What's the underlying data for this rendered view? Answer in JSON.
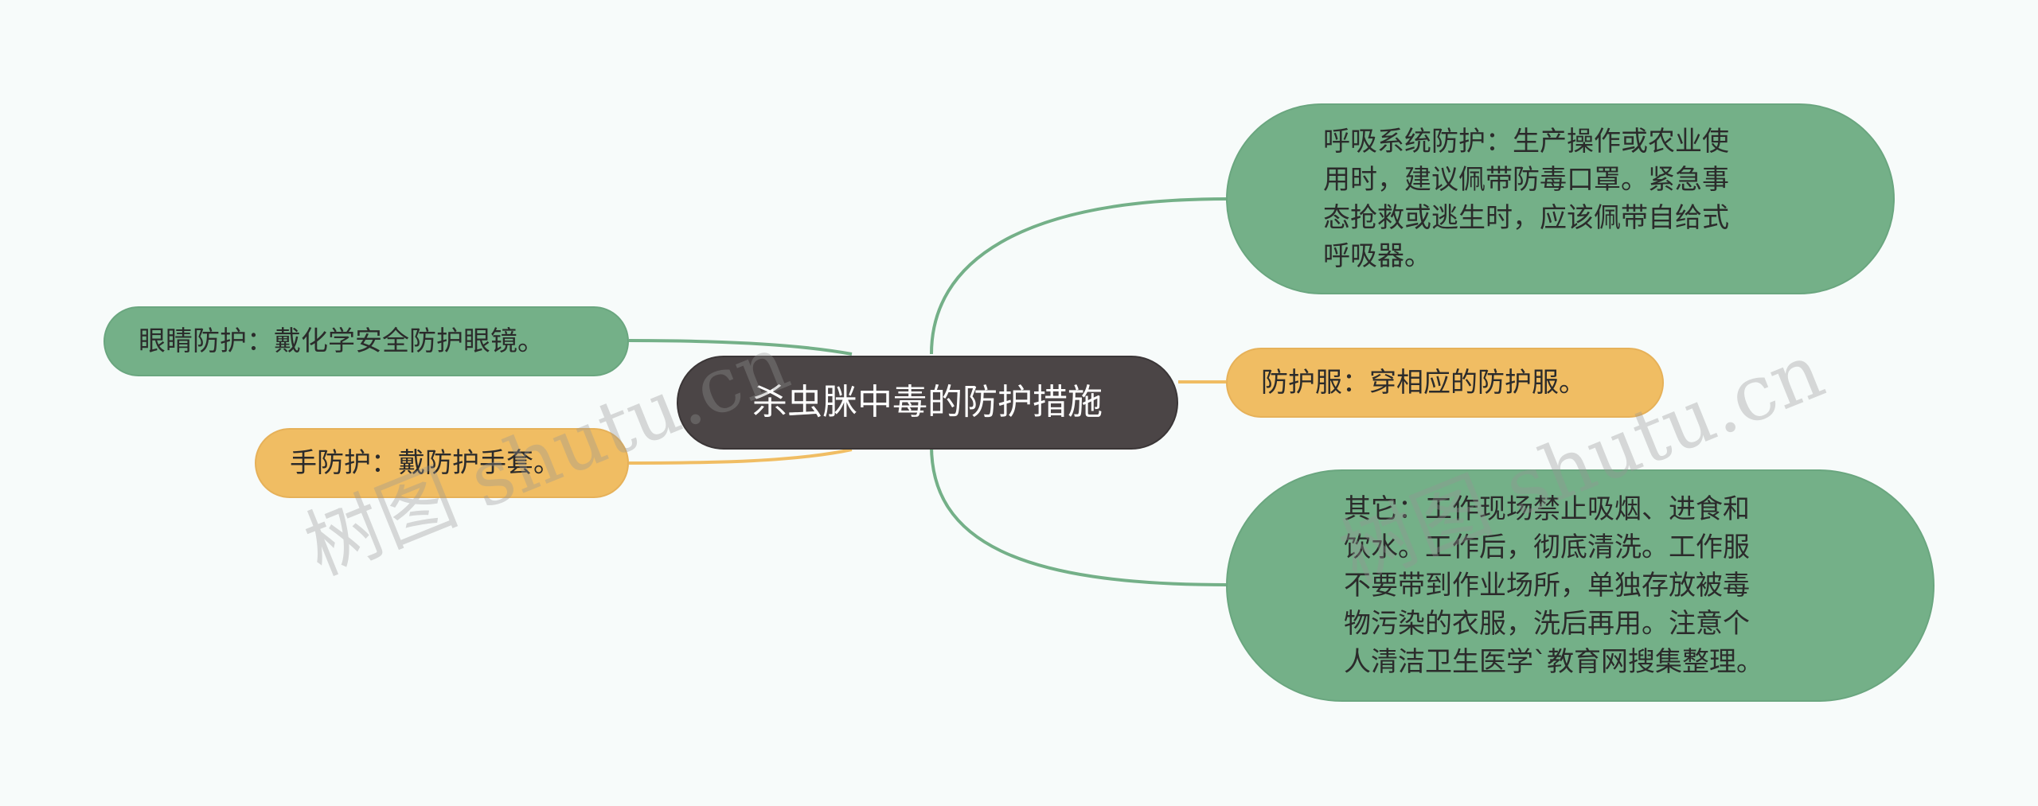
{
  "diagram": {
    "root": {
      "label": "杀虫脒中毒的防护措施"
    },
    "nodes": {
      "respiratory": {
        "lines": [
          "呼吸系统防护：生产操作或农业使",
          "用时，建议佩带防毒口罩。紧急事",
          "态抢救或逃生时，应该佩带自给式",
          "呼吸器。"
        ],
        "color": "#74b088"
      },
      "eye": {
        "label": "眼睛防护：戴化学安全防护眼镜。",
        "color": "#74b088"
      },
      "hand": {
        "label": "手防护：戴防护手套。",
        "color": "#f0bd63"
      },
      "clothing": {
        "label": "防护服：穿相应的防护服。",
        "color": "#f0bd63"
      },
      "other": {
        "lines": [
          "其它：工作现场禁止吸烟、进食和",
          "饮水。工作后，彻底清洗。工作服",
          "不要带到作业场所，单独存放被毒",
          "物污染的衣服，洗后再用。注意个",
          "人清洁卫生医学`教育网搜集整理。"
        ],
        "color": "#74b088"
      }
    }
  },
  "watermarks": [
    "树图 shutu.cn",
    "树图 shutu.cn"
  ],
  "colors": {
    "green_link": "#74b088",
    "yellow_link": "#f0bd63",
    "root_bg": "#4b4546",
    "background": "#f7fbfa"
  }
}
